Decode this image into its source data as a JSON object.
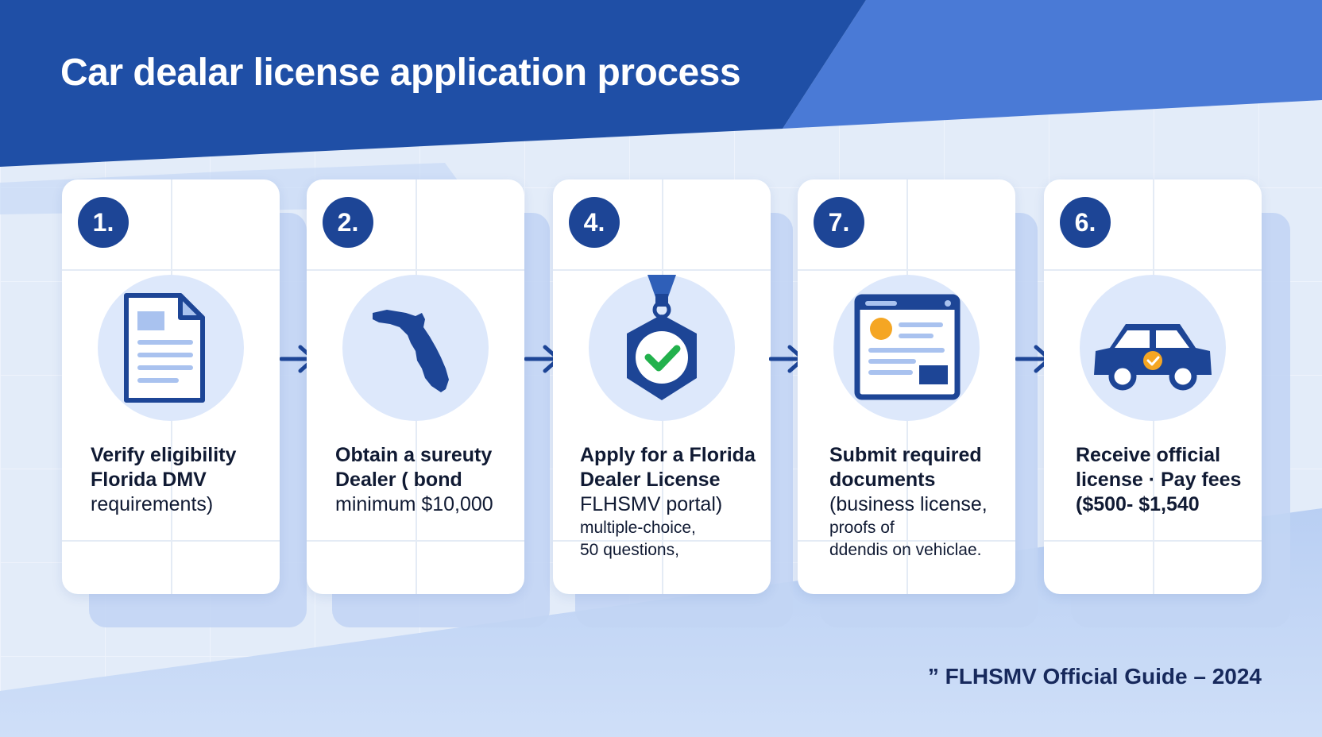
{
  "header": {
    "title": "Car dealar license application process"
  },
  "colors": {
    "primary": "#1d4596",
    "accent_green": "#22b14c",
    "accent_orange": "#f5a623",
    "card_bg": "#ffffff"
  },
  "steps": [
    {
      "number": "1.",
      "icon": "document-icon",
      "lines": [
        "Verify eligibility",
        "Florida DMV",
        "requirements)"
      ],
      "details": []
    },
    {
      "number": "2.",
      "icon": "florida-map-icon",
      "lines": [
        "Obtain a sureuty",
        "Dealer ( bond",
        "minimum $10,000"
      ],
      "details": []
    },
    {
      "number": "4.",
      "icon": "certified-badge-icon",
      "lines": [
        "Apply for a Florida",
        "Dealer License",
        "FLHSMV portal)"
      ],
      "details": [
        "multiple-choice,",
        "50 questions,"
      ]
    },
    {
      "number": "7.",
      "icon": "web-form-icon",
      "lines": [
        "Submit required",
        "documents",
        "(business license,"
      ],
      "details": [
        "proofs of",
        "ddendis on vehiclae."
      ]
    },
    {
      "number": "6.",
      "icon": "car-check-icon",
      "lines": [
        "Receive official",
        "license · Pay fees",
        "($500- $1,540"
      ],
      "details": []
    }
  ],
  "footer": {
    "source": "” FLHSMV Official Guide – 2024"
  }
}
